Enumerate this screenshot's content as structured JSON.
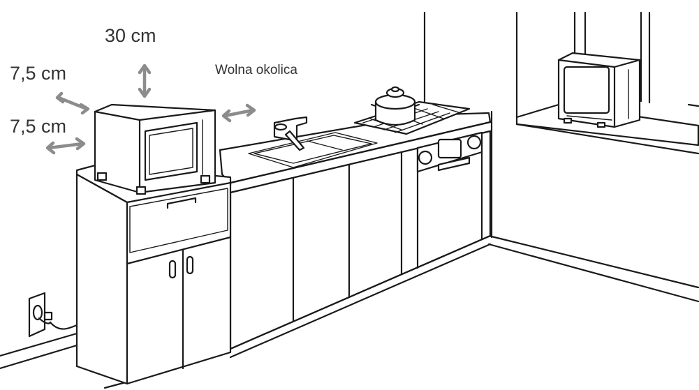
{
  "labels": {
    "top_clearance": "30 cm",
    "side_clearance_upper": "7,5 cm",
    "side_clearance_lower": "7,5 cm",
    "free_space": "Wolna okolica"
  },
  "colors": {
    "arrow": "#8c8c8c",
    "line": "#1a1a1a",
    "background": "#ffffff"
  },
  "icons": {
    "outlet": "wall-outlet-icon",
    "microwave": "microwave-icon",
    "faucet": "faucet-icon",
    "pot": "cooking-pot-icon"
  }
}
